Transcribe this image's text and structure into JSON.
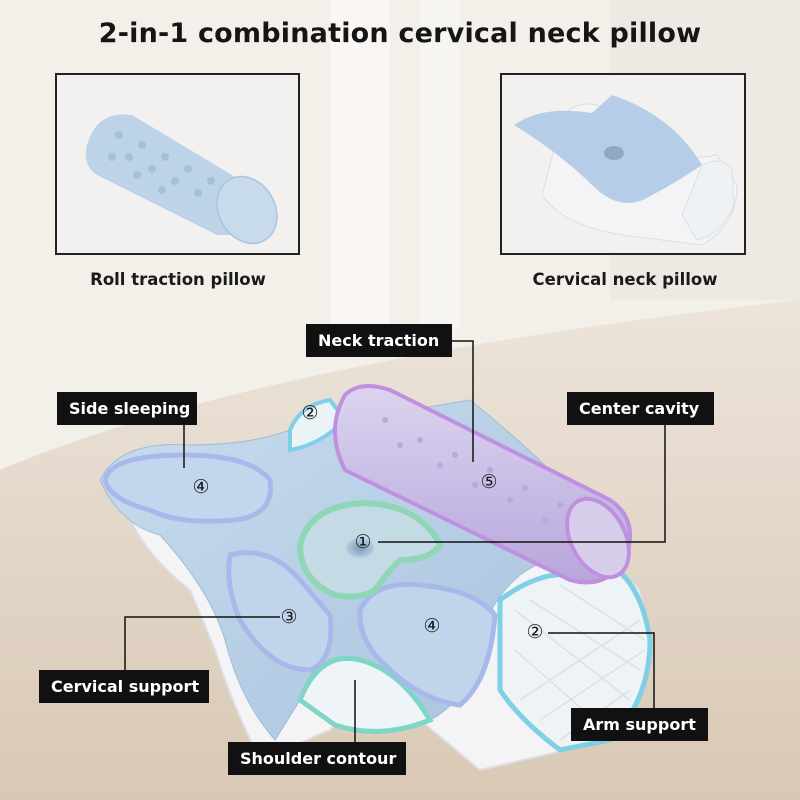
{
  "title": "2-in-1 combination cervical neck pillow",
  "products": {
    "left_caption": "Roll traction pillow",
    "right_caption": "Cervical neck pillow"
  },
  "callouts": {
    "neck_traction": "Neck traction",
    "side_sleeping": "Side sleeping",
    "center_cavity": "Center cavity",
    "cervical_support": "Cervical support",
    "arm_support": "Arm support",
    "shoulder_contour": "Shoulder contour"
  },
  "zone_markers": {
    "center": "①",
    "arm_left": "②",
    "arm_right": "②",
    "cervical": "③",
    "side_left": "④",
    "side_right": "④",
    "roll": "⑤"
  },
  "colors": {
    "pillow_blue": "#b9d2e8",
    "zone_purple": "#c8a8e0",
    "zone_green": "#8fd6b6",
    "zone_cyan": "#7fd0e6",
    "label_bg": "#111111",
    "label_text": "#ffffff"
  }
}
